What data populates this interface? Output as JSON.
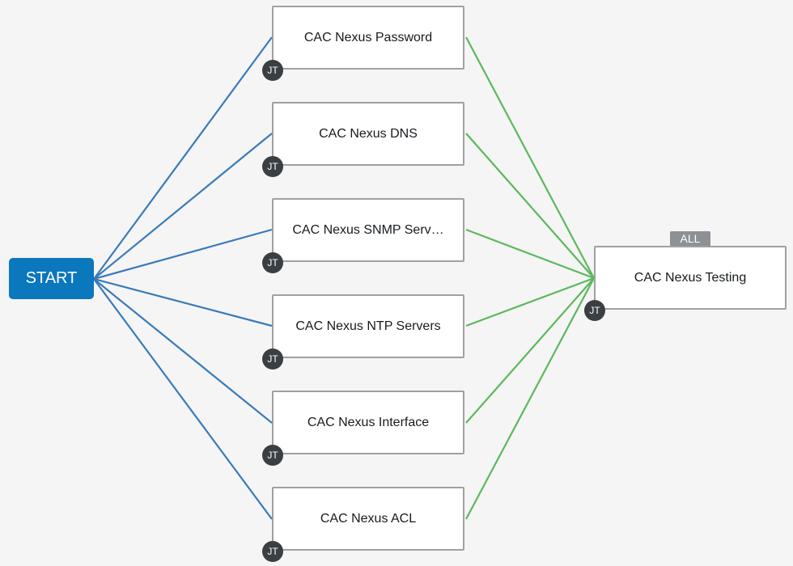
{
  "start": {
    "label": "START"
  },
  "nodes": [
    {
      "label": "CAC Nexus Password",
      "badge": "JT"
    },
    {
      "label": "CAC Nexus DNS",
      "badge": "JT"
    },
    {
      "label": "CAC Nexus SNMP Serv…",
      "badge": "JT"
    },
    {
      "label": "CAC Nexus NTP Servers",
      "badge": "JT"
    },
    {
      "label": "CAC Nexus Interface",
      "badge": "JT"
    },
    {
      "label": "CAC Nexus ACL",
      "badge": "JT"
    }
  ],
  "convergence": {
    "label": "CAC Nexus Testing",
    "badge": "JT",
    "tag": "ALL"
  },
  "colors": {
    "start_link": "#3a7ab8",
    "success_link": "#5cb85c",
    "start_fill": "#0b77bd"
  }
}
